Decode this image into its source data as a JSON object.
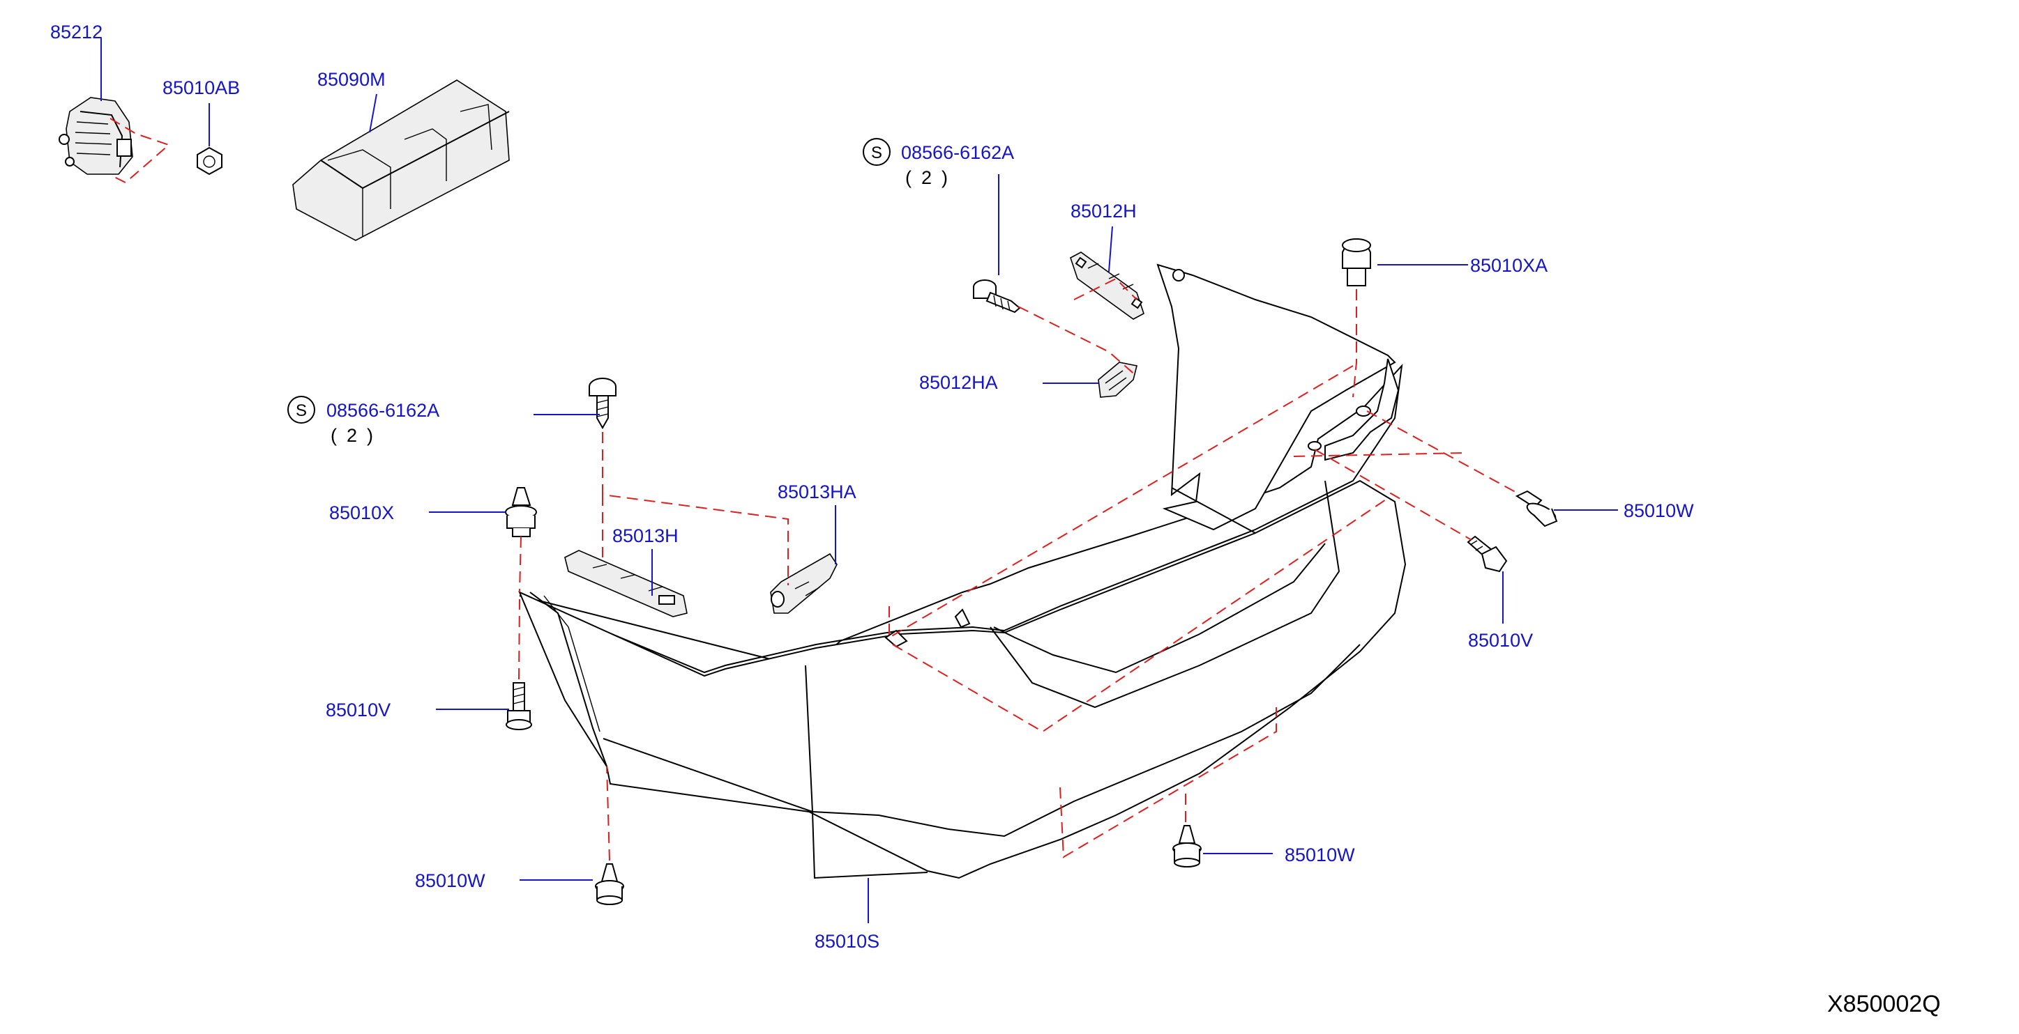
{
  "diagram_id": "X850002Q",
  "colors": {
    "label": "#1414c8",
    "leader": "#1414c8",
    "dashed_link": "#e01e1e",
    "outline": "#000000"
  },
  "screw_mark": "S",
  "labels": {
    "p85212": "85212",
    "p85010AB": "85010AB",
    "p85090M": "85090M",
    "screw_right": "08566-6162A",
    "screw_right_qty": "(2)",
    "p85012H": "85012H",
    "p85012HA": "85012HA",
    "p85010XA": "85010XA",
    "screw_left": "08566-6162A",
    "screw_left_qty": "(2)",
    "p85010X": "85010X",
    "p85013HA": "85013HA",
    "p85013H": "85013H",
    "p85010W_right": "85010W",
    "p85010V_right": "85010V",
    "p85010V_left": "85010V",
    "p85010W_bottom_left": "85010W",
    "p85010S": "85010S",
    "p85010W_bottom_right": "85010W"
  }
}
